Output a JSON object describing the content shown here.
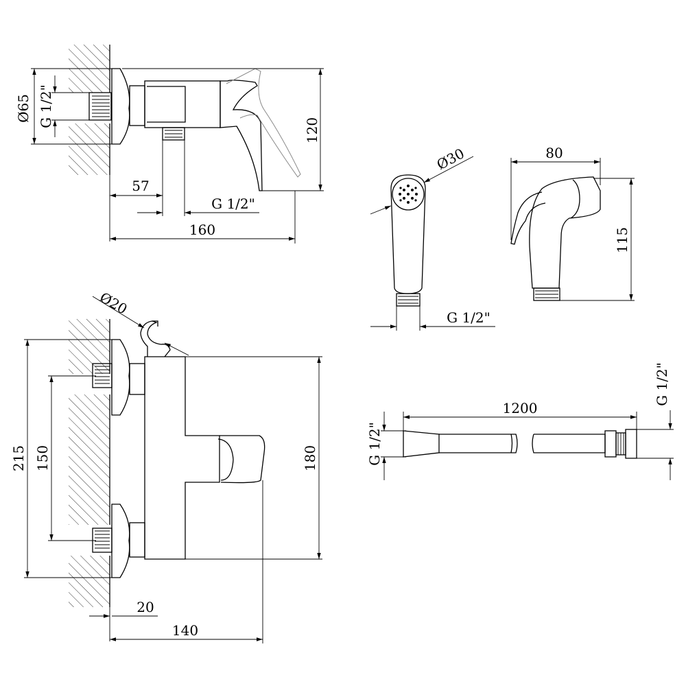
{
  "dimensions": {
    "top_view": {
      "diameter_flange": "Ø65",
      "thread_inlet": "G 1/2\"",
      "height": "120",
      "offset": "57",
      "thread_outlet": "G 1/2\"",
      "depth": "160"
    },
    "hand_shower_front": {
      "diameter_head": "Ø30",
      "thread": "G 1/2\""
    },
    "hand_shower_side": {
      "width": "80",
      "height": "115"
    },
    "front_view": {
      "diameter_holder": "Ø20",
      "total_height": "215",
      "inlet_spacing": "150",
      "body_height": "180",
      "wall_gap": "20",
      "depth": "140"
    },
    "hose": {
      "length": "1200",
      "thread_left": "G 1/2\"",
      "thread_right": "G 1/2\""
    }
  }
}
